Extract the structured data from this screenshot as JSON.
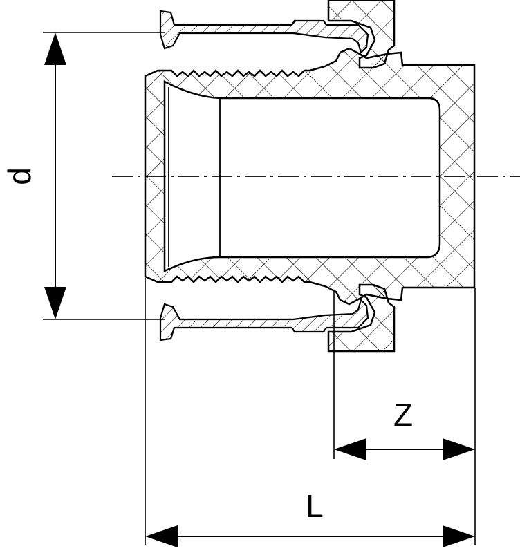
{
  "diagram": {
    "labels": {
      "diameter": "d",
      "socket_depth": "Z",
      "overall_length": "L"
    },
    "colors": {
      "line": "#000000",
      "background": "#ffffff"
    }
  }
}
